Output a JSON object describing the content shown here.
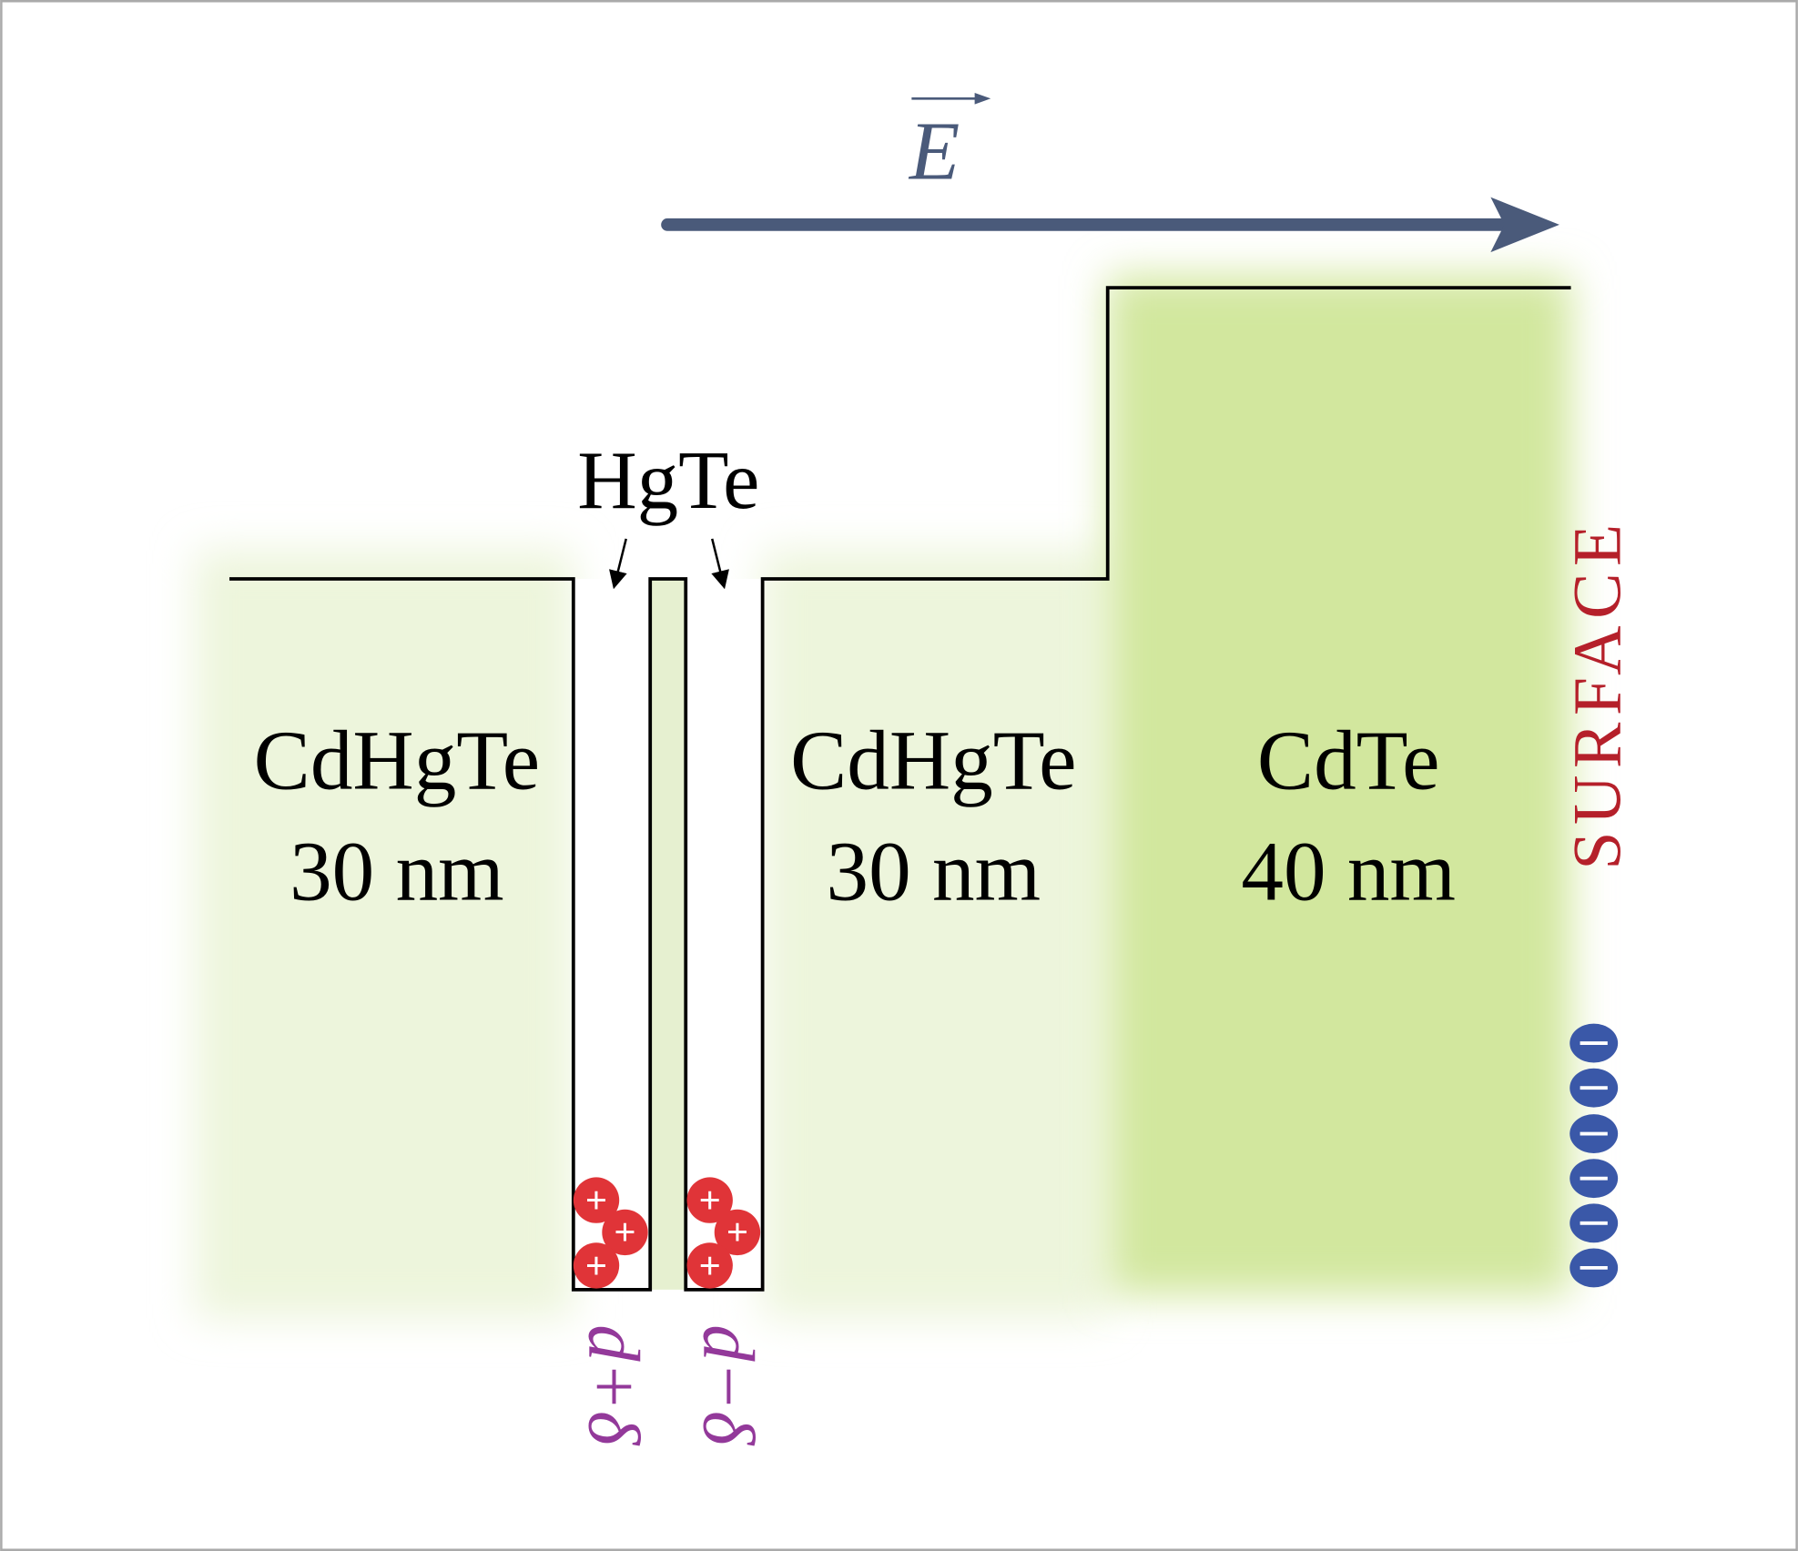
{
  "field": {
    "label": "E",
    "color": "#4a5a7a"
  },
  "labels": {
    "hgte": "HgTe",
    "layer_left": {
      "material": "CdHgTe",
      "thickness": "30 nm"
    },
    "layer_mid": {
      "material": "CdHgTe",
      "thickness": "30 nm"
    },
    "layer_cap": {
      "material": "CdTe",
      "thickness": "40 nm"
    },
    "surface": "SURFACE",
    "well1_width": "d+δ",
    "well2_width": "d−δ"
  },
  "charges": {
    "holes_per_well": 3,
    "surface_electrons": 6,
    "hole_symbol": "+",
    "electron_symbol": "−"
  },
  "colors": {
    "hole": "#e03438",
    "electron": "#3a58a8",
    "surface_text": "#b5202a",
    "width_label": "#93399a",
    "cdte_fill": "#d2e79e",
    "cdhgte_fill": "#edf5dc"
  }
}
